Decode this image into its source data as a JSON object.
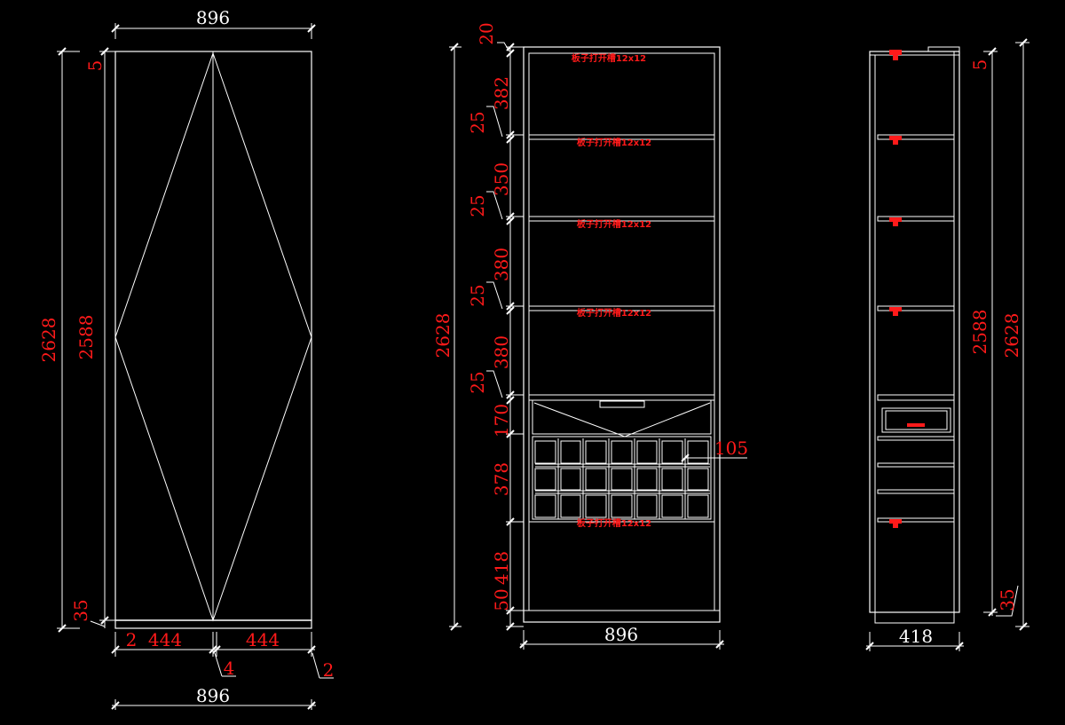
{
  "left_view": {
    "top_width": "896",
    "bottom_width": "896",
    "total_height": "2628",
    "door_height": "2588",
    "top_gap": "5",
    "base_height": "35",
    "left_edge": "2",
    "right_edge": "2",
    "left_panel": "444",
    "right_panel": "444",
    "center_gap": "4"
  },
  "front_view": {
    "top_gap": "20",
    "total_height": "2628",
    "heights": [
      "382",
      "25",
      "350",
      "25",
      "380",
      "25",
      "380",
      "25",
      "170",
      "378",
      "418",
      "50"
    ],
    "bottom_width": "896",
    "grid_label": "105",
    "shelf_note": "板子打开槽12x12"
  },
  "side_view": {
    "top_gap": "5",
    "inner_height": "2588",
    "total_height": "2628",
    "base_height": "35",
    "depth": "418"
  }
}
